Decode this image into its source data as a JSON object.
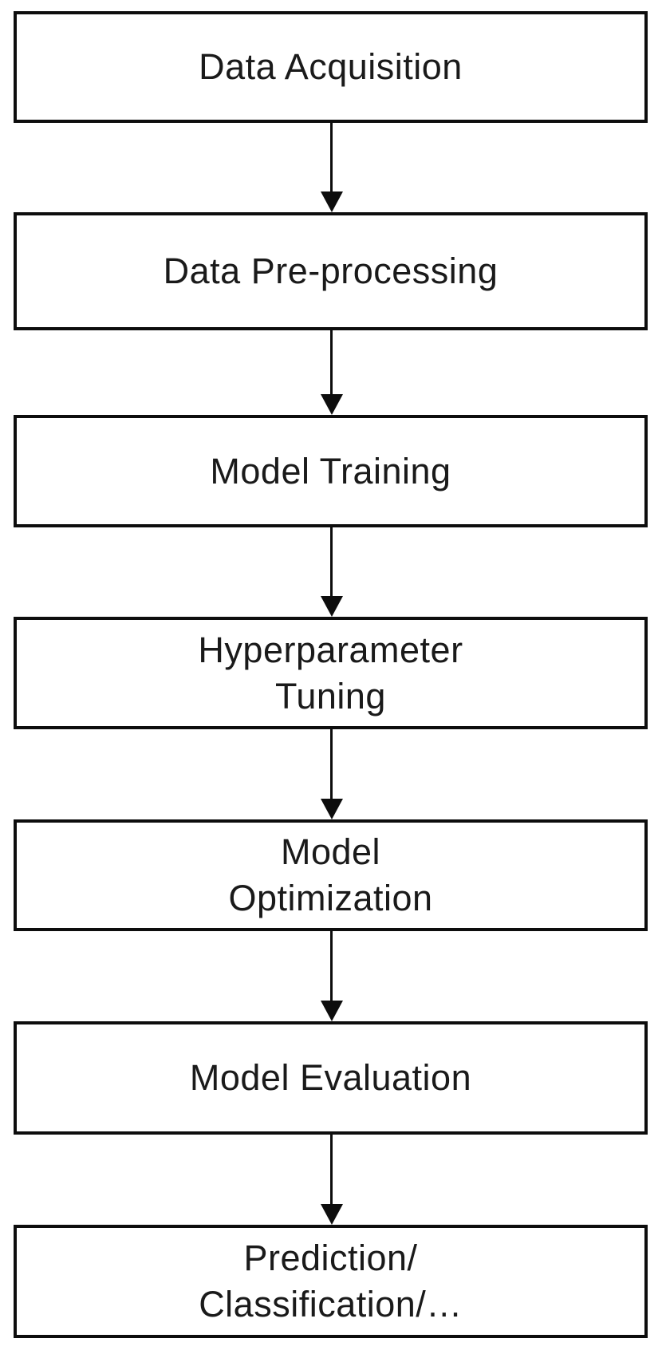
{
  "diagram": {
    "type": "flowchart",
    "direction": "top-down",
    "colors": {
      "background": "#ffffff",
      "box_border": "#0d0d0d",
      "box_fill": "#ffffff",
      "text": "#1a1a1a",
      "arrow": "#0d0d0d"
    },
    "steps": [
      {
        "id": "data-acquisition",
        "label": "Data Acquisition"
      },
      {
        "id": "data-pre-processing",
        "label": "Data Pre-processing"
      },
      {
        "id": "model-training",
        "label": "Model Training"
      },
      {
        "id": "hyperparameter-tuning",
        "label": "Hyperparameter\nTuning"
      },
      {
        "id": "model-optimization",
        "label": "Model\nOptimization"
      },
      {
        "id": "model-evaluation",
        "label": "Model Evaluation"
      },
      {
        "id": "prediction-classification",
        "label": "Prediction/\nClassification/…"
      }
    ],
    "connectors": [
      {
        "from": "data-acquisition",
        "to": "data-pre-processing"
      },
      {
        "from": "data-pre-processing",
        "to": "model-training"
      },
      {
        "from": "model-training",
        "to": "hyperparameter-tuning"
      },
      {
        "from": "hyperparameter-tuning",
        "to": "model-optimization"
      },
      {
        "from": "model-optimization",
        "to": "model-evaluation"
      },
      {
        "from": "model-evaluation",
        "to": "prediction-classification"
      }
    ]
  }
}
